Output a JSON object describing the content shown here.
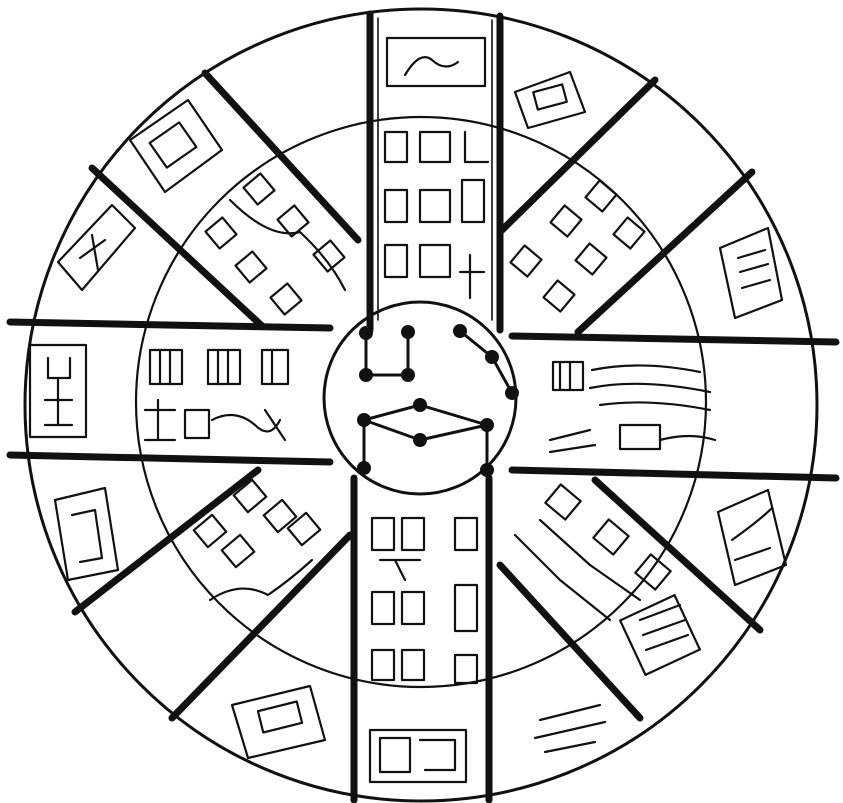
{
  "diagram": {
    "type": "circular-ideogram-wheel",
    "ink_color": "#111111",
    "background_color": "#ffffff",
    "spokes": 8,
    "rings": [
      "outer-rim",
      "middle-ring",
      "central-hub"
    ],
    "hub": {
      "constellation_dots": 13
    }
  }
}
